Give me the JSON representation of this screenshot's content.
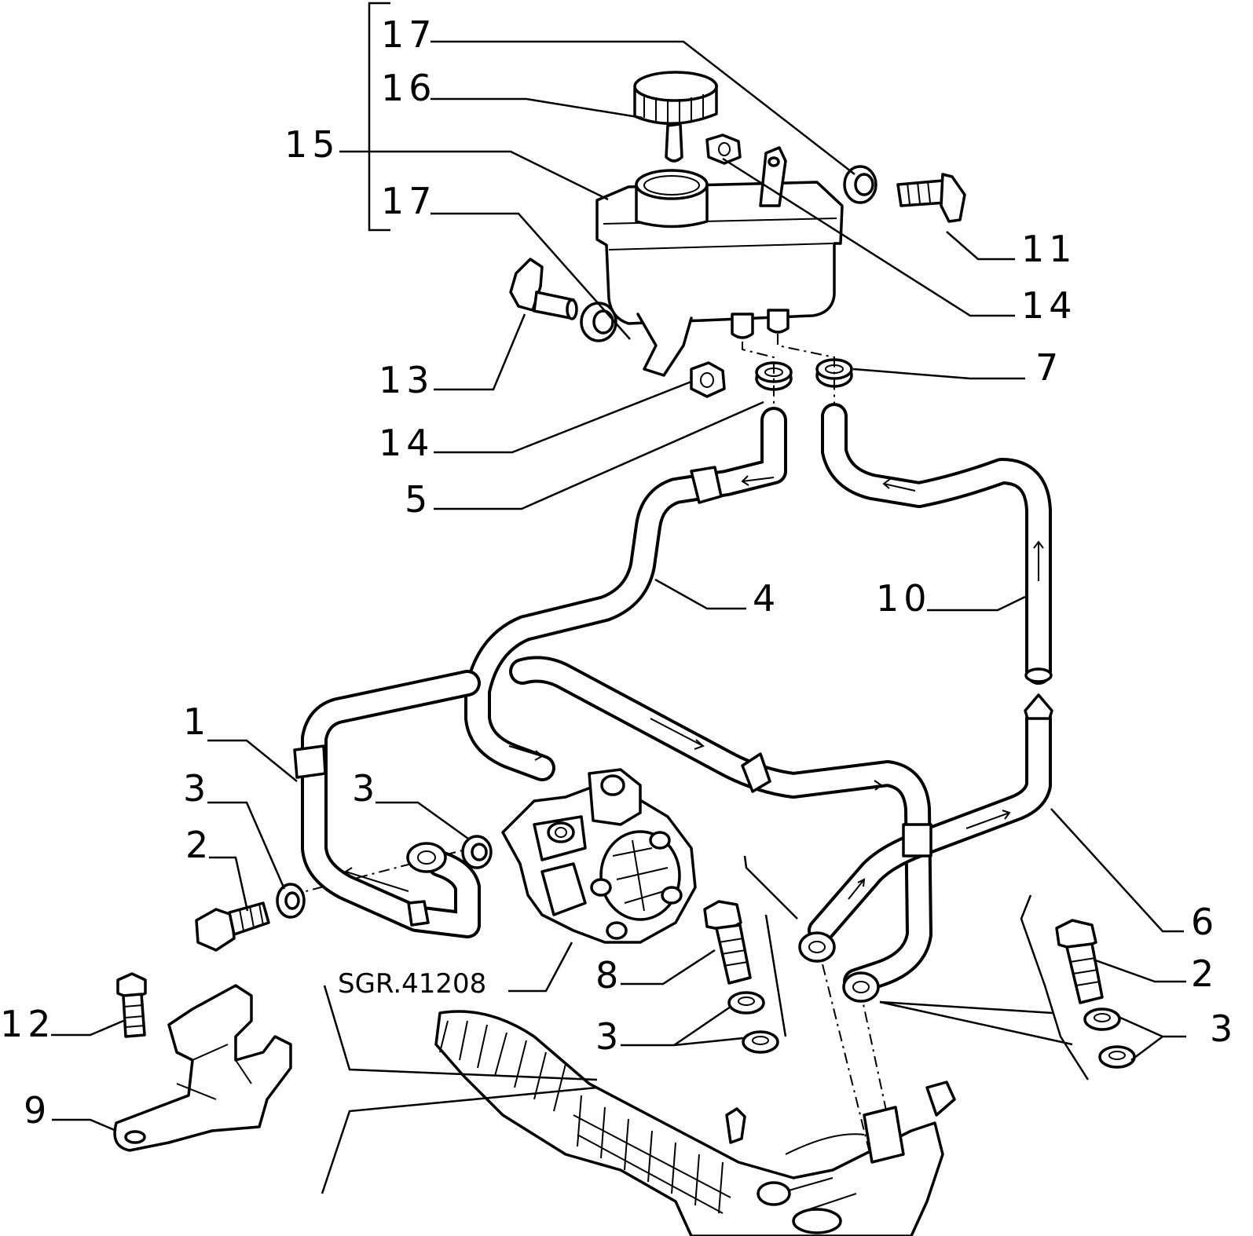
{
  "callouts": {
    "c17a": "17",
    "c16": "16",
    "c15": "15",
    "c17b": "17",
    "c11": "11",
    "c14a": "14",
    "c7": "7",
    "c13": "13",
    "c14b": "14",
    "c5": "5",
    "c4": "4",
    "c10": "10",
    "c1": "1",
    "c3a": "3",
    "c3b": "3",
    "c2a": "2",
    "c6": "6",
    "c2b": "2",
    "c8": "8",
    "c3c": "3",
    "c3d": "3",
    "c12": "12",
    "c9": "9"
  },
  "reference_code": "SGR.41208"
}
